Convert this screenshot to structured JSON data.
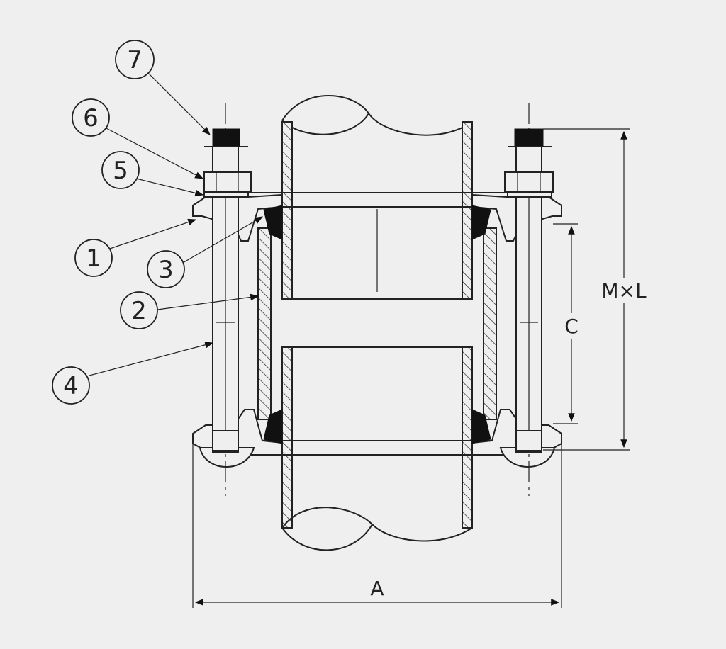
{
  "callouts": [
    {
      "id": "1",
      "label": "1"
    },
    {
      "id": "2",
      "label": "2"
    },
    {
      "id": "3",
      "label": "3"
    },
    {
      "id": "4",
      "label": "4"
    },
    {
      "id": "5",
      "label": "5"
    },
    {
      "id": "6",
      "label": "6"
    },
    {
      "id": "7",
      "label": "7"
    }
  ],
  "dimensions": {
    "a": "A",
    "c": "C",
    "mxl": "M×L"
  },
  "colors": {
    "line": "#222222",
    "background": "#efefef",
    "fill": "#111111"
  }
}
